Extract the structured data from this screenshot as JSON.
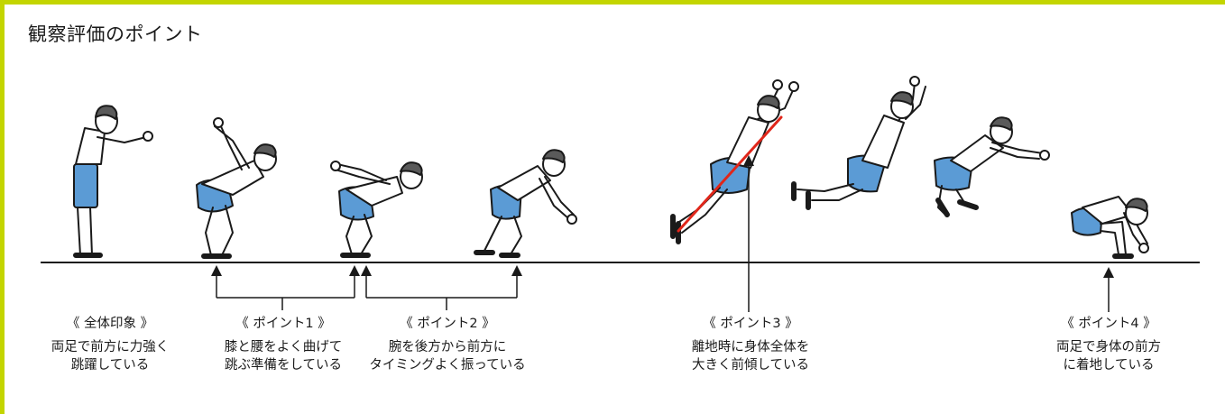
{
  "title": "観察評価のポイント",
  "colors": {
    "frame": "#c3d500",
    "shorts": "#5b9bd5",
    "highlight": "#e0261a",
    "ink": "#1a1a1a"
  },
  "captions": [
    {
      "head": "《 全体印象 》",
      "line1": "両足で前方に力強く",
      "line2": "跳躍している"
    },
    {
      "head": "《 ポイント1 》",
      "line1": "膝と腰をよく曲げて",
      "line2": "跳ぶ準備をしている"
    },
    {
      "head": "《 ポイント2 》",
      "line1": "腕を後方から前方に",
      "line2": "タイミングよく振っている"
    },
    {
      "head": "《 ポイント3 》",
      "line1": "離地時に身体全体を",
      "line2": "大きく前傾している"
    },
    {
      "head": "《 ポイント4 》",
      "line1": "両足で身体の前方",
      "line2": "に着地している"
    }
  ]
}
